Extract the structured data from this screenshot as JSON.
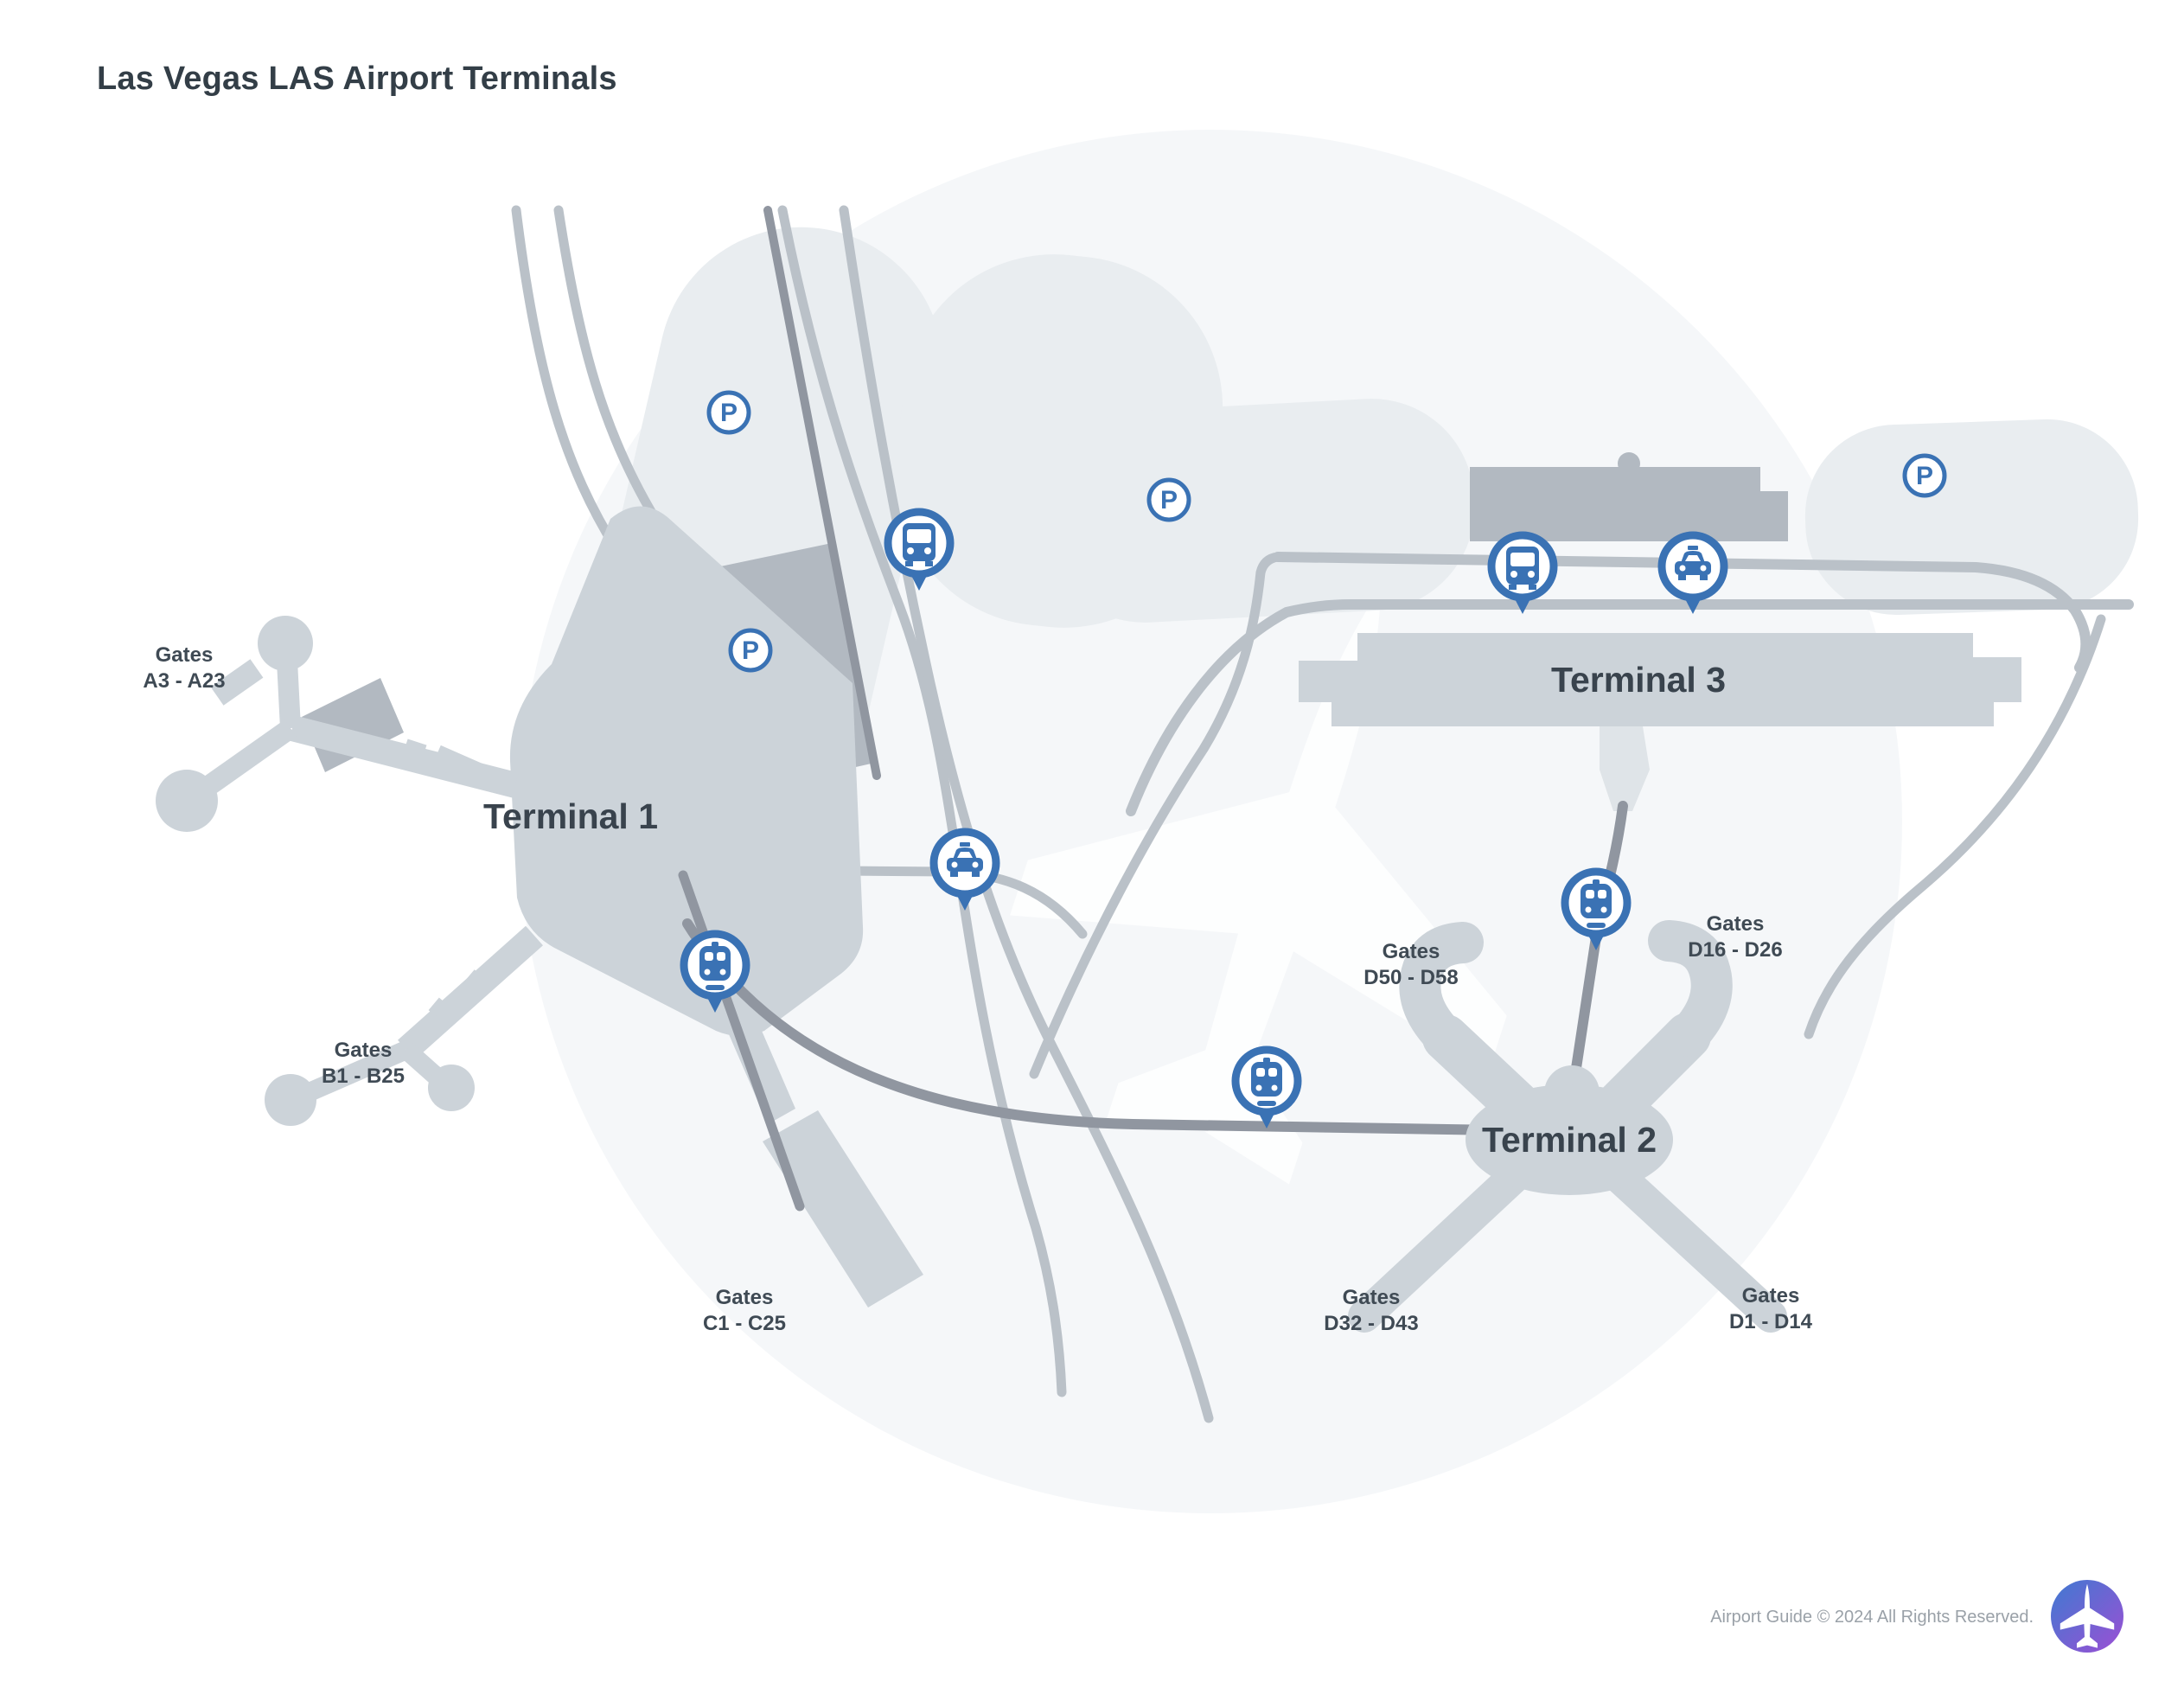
{
  "title": "Las Vegas LAS Airport Terminals",
  "map": {
    "terminals": [
      {
        "id": "terminal-1",
        "label": "Terminal 1"
      },
      {
        "id": "terminal-2",
        "label": "Terminal 2"
      },
      {
        "id": "terminal-3",
        "label": "Terminal 3"
      }
    ],
    "gate_labels": [
      {
        "id": "gates-a",
        "line1": "Gates",
        "line2": "A3 - A23"
      },
      {
        "id": "gates-b",
        "line1": "Gates",
        "line2": "B1 - B25"
      },
      {
        "id": "gates-c",
        "line1": "Gates",
        "line2": "C1 - C25"
      },
      {
        "id": "gates-d50",
        "line1": "Gates",
        "line2": "D50 - D58"
      },
      {
        "id": "gates-d16",
        "line1": "Gates",
        "line2": "D16 - D26"
      },
      {
        "id": "gates-d32",
        "line1": "Gates",
        "line2": "D32 - D43"
      },
      {
        "id": "gates-d1",
        "line1": "Gates",
        "line2": "D1 - D14"
      }
    ],
    "markers": {
      "parking_letter": "P",
      "parking_count": 4,
      "pins": [
        "bus",
        "bus",
        "taxi",
        "taxi",
        "train",
        "train",
        "train"
      ]
    }
  },
  "footer": {
    "copyright": "Airport Guide © 2024 All Rights Reserved.",
    "logo_icon": "airplane-icon"
  },
  "colors": {
    "accent_blue": "#3a72b4",
    "building": "#ccd3d9",
    "building_dark": "#b2b9c1",
    "road": "#bac1c8",
    "rail": "#9096a0",
    "parking_field": "#e9edf0",
    "background_blob": "#f5f7f9",
    "label_text": "#3f4a54",
    "footer_text": "#9aa1a8",
    "logo_gradient_start": "#3f7ad1",
    "logo_gradient_end": "#9c4fd4"
  }
}
